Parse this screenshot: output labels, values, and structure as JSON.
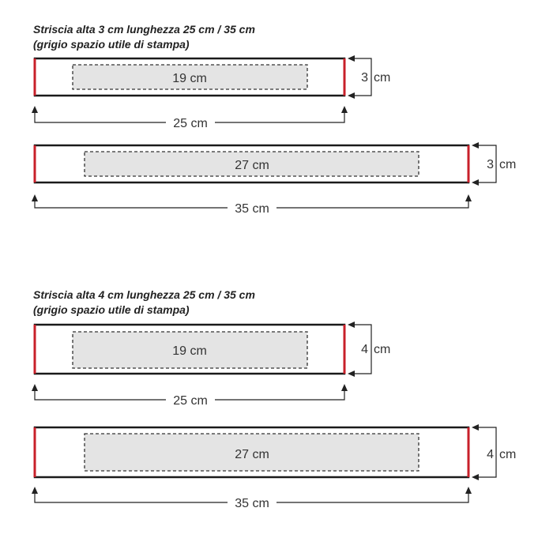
{
  "colors": {
    "edge": "#c8202a",
    "print_area": "#e4e4e4",
    "outline": "#1a1a1a"
  },
  "sections": [
    {
      "title": "Striscia alta 3 cm lunghezza 25 cm / 35 cm",
      "subtitle": "(grigio spazio utile di stampa)",
      "strips": [
        {
          "print_label": "19 cm",
          "height_value": "3",
          "height_unit": "cm",
          "length_label": "25 cm"
        },
        {
          "print_label": "27 cm",
          "height_value": "3",
          "height_unit": "cm",
          "length_label": "35 cm"
        }
      ]
    },
    {
      "title": "Striscia alta 4 cm lunghezza 25 cm / 35 cm",
      "subtitle": "(grigio spazio utile di stampa)",
      "strips": [
        {
          "print_label": "19 cm",
          "height_value": "4",
          "height_unit": "cm",
          "length_label": "25 cm"
        },
        {
          "print_label": "27 cm",
          "height_value": "4",
          "height_unit": "cm",
          "length_label": "35 cm"
        }
      ]
    }
  ]
}
